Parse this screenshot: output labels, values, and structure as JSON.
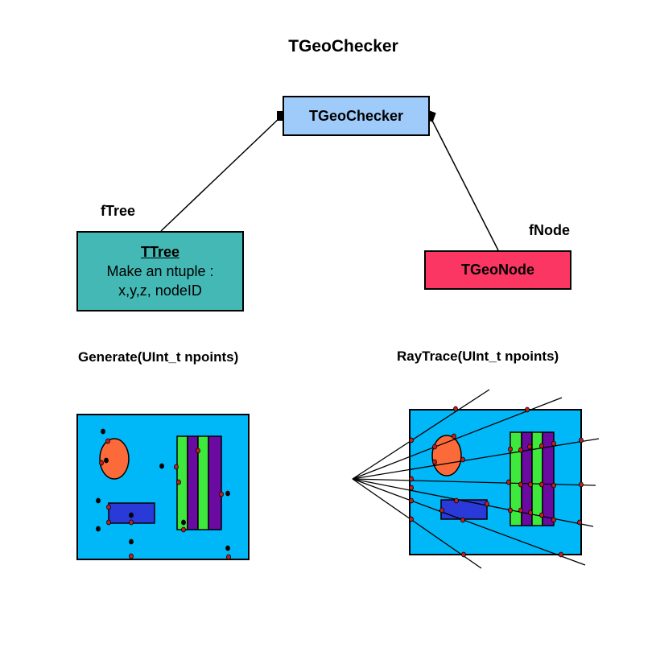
{
  "title": "TGeoChecker",
  "classes": {
    "checker": {
      "label": "TGeoChecker",
      "color": "#9fcbfa"
    },
    "tree": {
      "name": "TTree",
      "line1": "Make an ntuple :",
      "line2": "x,y,z, nodeID",
      "color": "#43b8b4"
    },
    "node": {
      "label": "TGeoNode",
      "color": "#fc3662"
    }
  },
  "associations": {
    "tree_member": "fTree",
    "node_member": "fNode"
  },
  "methods": {
    "generate": "Generate(UInt_t  npoints)",
    "raytrace": "RayTrace(UInt_t npoints)"
  },
  "colors": {
    "world": "#00b8f8",
    "ellipse": "#fc6a3a",
    "box": "#2a3ad8",
    "stripe_green": "#3ee83c",
    "stripe_purple": "#6a0aa0",
    "point": "#c41e1e",
    "line": "#000000"
  }
}
